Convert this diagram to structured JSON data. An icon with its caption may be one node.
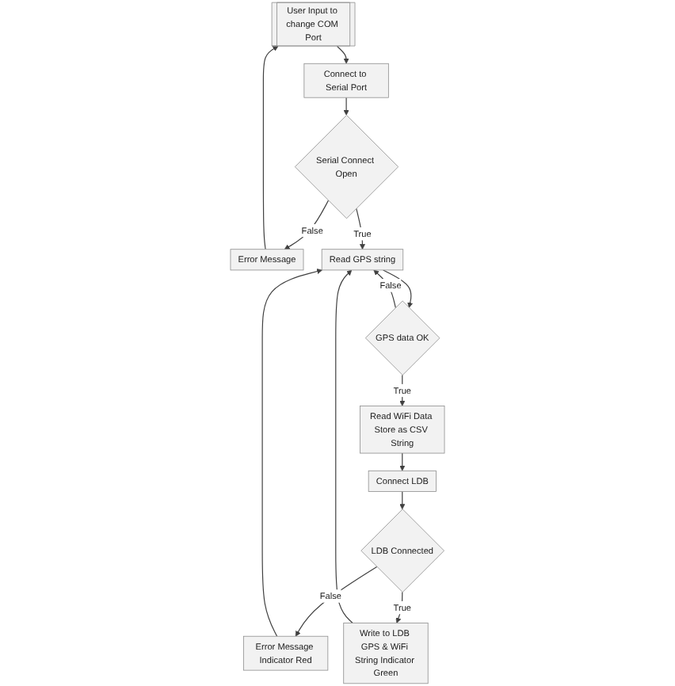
{
  "diagram": {
    "nodes": [
      {
        "text": [
          "User Input to change COM Port"
        ]
      },
      {
        "text": [
          "Connect to Serial Port"
        ]
      },
      {
        "text": [
          "Serial Connect Open"
        ]
      },
      {
        "text": [
          "Error Message"
        ]
      },
      {
        "text": [
          "Read GPS string"
        ]
      },
      {
        "text": [
          "GPS data OK"
        ]
      },
      {
        "text": [
          "Read WiFi Data Store as CSV String"
        ]
      },
      {
        "text": [
          "Connect LDB"
        ]
      },
      {
        "text": [
          "LDB Connected"
        ]
      },
      {
        "text": [
          "Error Message Indicator Red"
        ]
      },
      {
        "text": [
          "Write to LDB GPS & WiFi String Indicator Green"
        ]
      }
    ],
    "edges": [
      {
        "from": 0,
        "to": 1,
        "arrow": "to"
      },
      {
        "from": 1,
        "to": 2,
        "arrow": "to"
      },
      {
        "from": 2,
        "to": 3,
        "arrow": "to",
        "label": "False"
      },
      {
        "from": 3,
        "to": 0,
        "arrow": "to"
      },
      {
        "from": 2,
        "to": 4,
        "arrow": "to",
        "label": "True"
      },
      {
        "from": 4,
        "to": 5,
        "arrow": "to"
      },
      {
        "from": 5,
        "to": 4,
        "arrow": "to",
        "label": "False"
      },
      {
        "from": 5,
        "to": 6,
        "arrow": "to",
        "label": "True"
      },
      {
        "from": 6,
        "to": 7,
        "arrow": "to"
      },
      {
        "from": 7,
        "to": 8,
        "arrow": "to"
      },
      {
        "from": 8,
        "to": 9,
        "arrow": "to",
        "label": "False"
      },
      {
        "from": 8,
        "to": 10,
        "arrow": "to",
        "label": "True"
      },
      {
        "from": 10,
        "to": 4,
        "arrow": "to"
      },
      {
        "from": 9,
        "to": 4,
        "arrow": "to"
      }
    ]
  }
}
